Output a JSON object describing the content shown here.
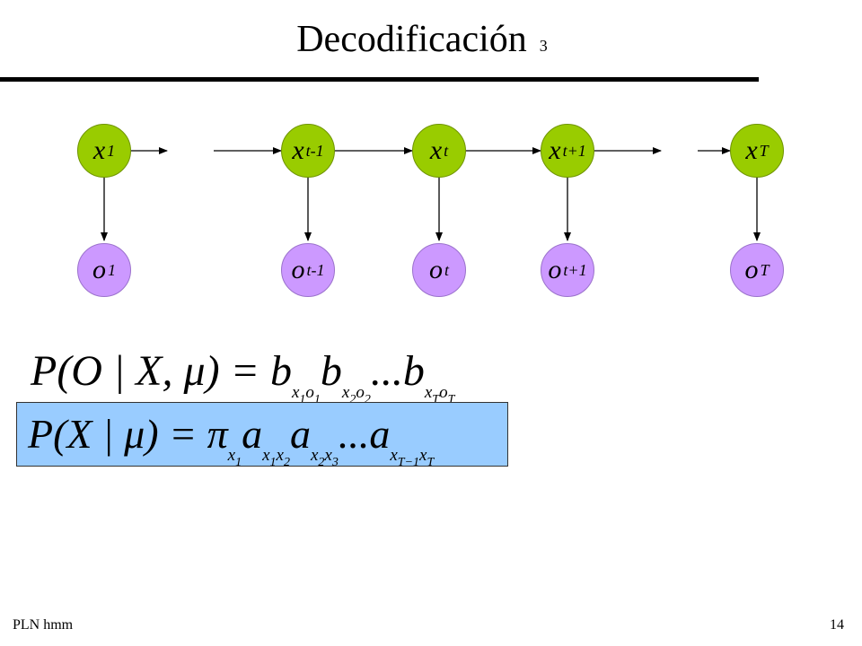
{
  "slide": {
    "title": "Decodificación",
    "title_number": "3",
    "footer_left": "PLN  hmm",
    "page_number": "14"
  },
  "diagram": {
    "state_nodes": [
      {
        "base": "x",
        "sub": "1"
      },
      {
        "base": "x",
        "sub": "t-1"
      },
      {
        "base": "x",
        "sub": "t"
      },
      {
        "base": "x",
        "sub": "t+1"
      },
      {
        "base": "x",
        "sub": "T"
      }
    ],
    "observation_nodes": [
      {
        "base": "o",
        "sub": "1"
      },
      {
        "base": "o",
        "sub": "t-1"
      },
      {
        "base": "o",
        "sub": "t"
      },
      {
        "base": "o",
        "sub": "t+1"
      },
      {
        "base": "o",
        "sub": "T"
      }
    ],
    "colors": {
      "state_fill": "#99cc00",
      "observation_fill": "#cc99ff",
      "highlight_box": "#99ccff"
    }
  },
  "formulas": {
    "observation_likelihood": {
      "lhs": "P(O | X, μ) =",
      "terms": [
        {
          "base": "b",
          "sub": [
            {
              "v": "x",
              "s": "1"
            },
            {
              "v": "o",
              "s": "1"
            }
          ]
        },
        {
          "base": "b",
          "sub": [
            {
              "v": "x",
              "s": "2"
            },
            {
              "v": "o",
              "s": "2"
            }
          ]
        },
        {
          "base": "...b",
          "sub": [
            {
              "v": "x",
              "s": "T"
            },
            {
              "v": "o",
              "s": "T"
            }
          ]
        }
      ]
    },
    "state_sequence_probability": {
      "lhs": "P(X | μ) =",
      "pi": "π",
      "pi_sub": {
        "v": "x",
        "s": "1"
      },
      "terms": [
        {
          "base": "a",
          "sub": [
            {
              "v": "x",
              "s": "1"
            },
            {
              "v": "x",
              "s": "2"
            }
          ]
        },
        {
          "base": "a",
          "sub": [
            {
              "v": "x",
              "s": "2"
            },
            {
              "v": "x",
              "s": "3"
            }
          ]
        },
        {
          "base": "...a",
          "sub": [
            {
              "v": "x",
              "s": "T−1"
            },
            {
              "v": "x",
              "s": "T"
            }
          ]
        }
      ]
    }
  }
}
